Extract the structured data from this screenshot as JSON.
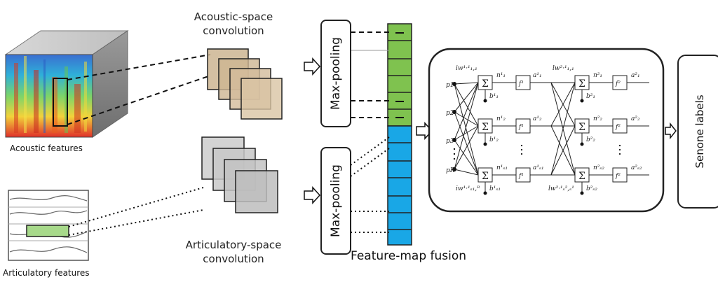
{
  "labels": {
    "acoustic_features": "Acoustic features",
    "articulatory_features": "Articulatory features",
    "acoustic_conv_line1": "Acoustic-space",
    "acoustic_conv_line2": "convolution",
    "articulatory_conv_line1": "Articulatory-space",
    "articulatory_conv_line2": "convolution",
    "max_pooling_top": "Max-pooling",
    "max_pooling_bottom": "Max-pooling",
    "feature_map_fusion": "Feature-map fusion",
    "senone_labels": "Senone labels"
  },
  "colors": {
    "panel_fill": "#fbf6dd",
    "acoustic_map": "#7fc24f",
    "articulatory_map": "#19a7e6",
    "articulatory_box": "#a7d98a"
  },
  "network": {
    "inputs": [
      "p1",
      "p2",
      "p3",
      "pR"
    ],
    "layer1": {
      "weight_top": "iw¹·¹₁,₁",
      "weight_bottom": "iw¹·¹ₛ₁,ᴿ",
      "n": [
        "n¹₁",
        "n¹₂",
        "n¹ₛ₁"
      ],
      "b": [
        "b¹₁",
        "b¹₂",
        "b¹ₛ₁"
      ],
      "f": "f¹",
      "a": [
        "a¹₁",
        "a¹₂",
        "a¹ₛ₁"
      ]
    },
    "layer2": {
      "weight_top": "lw²·¹₁,₁",
      "weight_bottom": "lw²·¹ₛ²,ₛ¹",
      "n": [
        "n²₁",
        "n²₂",
        "n²ₛ₂"
      ],
      "b": [
        "b²₁",
        "b²₂",
        "b²ₛ₂"
      ],
      "f": "f²",
      "a": [
        "a²₁",
        "a²₂",
        "a²ₛ₂"
      ]
    },
    "sum_symbol": "Σ"
  }
}
